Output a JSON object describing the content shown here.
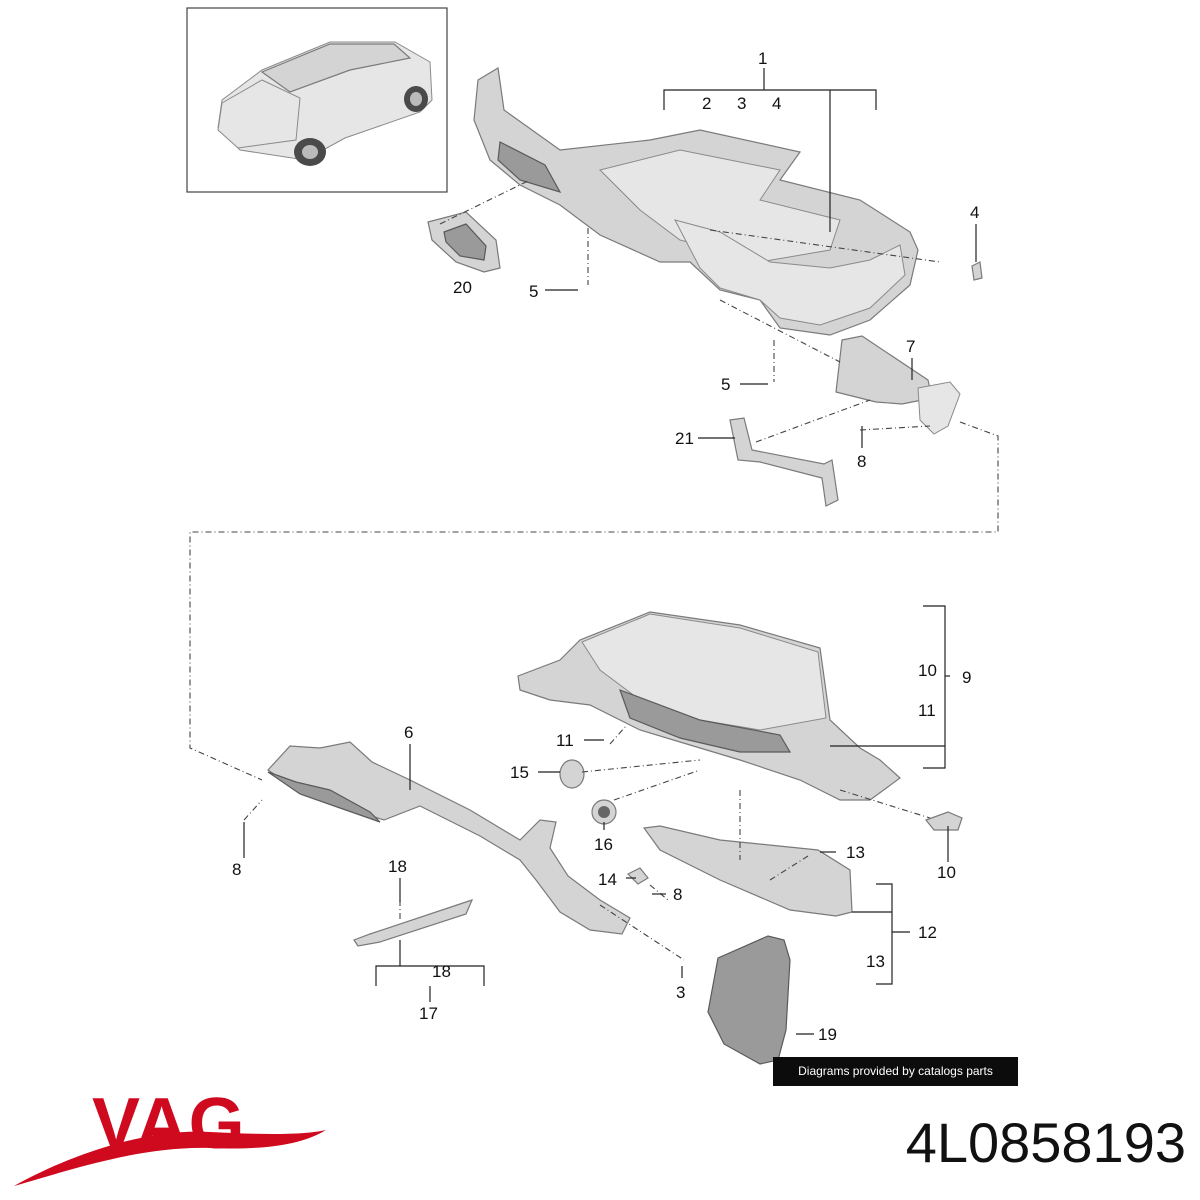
{
  "callouts": {
    "c1": "1",
    "c2": "2",
    "c3a": "3",
    "c4a": "4",
    "c4b": "4",
    "c20": "20",
    "c5a": "5",
    "c5b": "5",
    "c7": "7",
    "c21": "21",
    "c8a": "8",
    "c10a": "10",
    "c9": "9",
    "c11a": "11",
    "c6": "6",
    "c11b": "11",
    "c15": "15",
    "c16": "16",
    "c8b": "8",
    "c13a": "13",
    "c10b": "10",
    "c18a": "18",
    "c14": "14",
    "c8c": "8",
    "c12": "12",
    "c13b": "13",
    "c18b": "18",
    "c3b": "3",
    "c17": "17",
    "c19": "19"
  },
  "credit": "Diagrams provided by catalogs parts",
  "brand": {
    "name": "VAG",
    "color": "#d00a1e"
  },
  "part_number": "4L0858193"
}
